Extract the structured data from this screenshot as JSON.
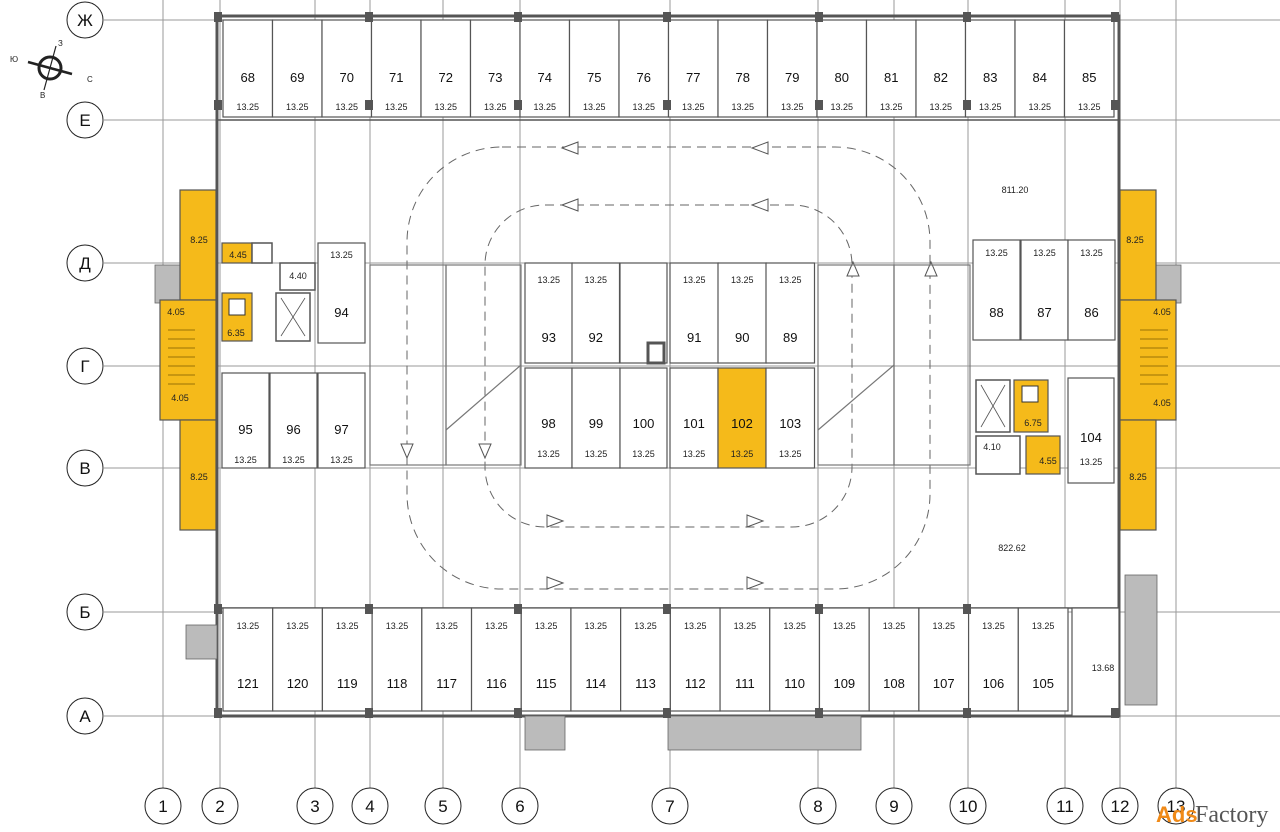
{
  "compass": {
    "n": "З",
    "w": "Ю",
    "e": "С",
    "s": "В"
  },
  "rows": [
    "Ж",
    "Е",
    "Д",
    "Г",
    "В",
    "Б",
    "А"
  ],
  "columns": [
    "1",
    "2",
    "3",
    "4",
    "5",
    "6",
    "7",
    "8",
    "9",
    "10",
    "11",
    "12",
    "13"
  ],
  "top_spaces": [
    {
      "num": "68",
      "area": "13.25"
    },
    {
      "num": "69",
      "area": "13.25"
    },
    {
      "num": "70",
      "area": "13.25"
    },
    {
      "num": "71",
      "area": "13.25"
    },
    {
      "num": "72",
      "area": "13.25"
    },
    {
      "num": "73",
      "area": "13.25"
    },
    {
      "num": "74",
      "area": "13.25"
    },
    {
      "num": "75",
      "area": "13.25"
    },
    {
      "num": "76",
      "area": "13.25"
    },
    {
      "num": "77",
      "area": "13.25"
    },
    {
      "num": "78",
      "area": "13.25"
    },
    {
      "num": "79",
      "area": "13.25"
    },
    {
      "num": "80",
      "area": "13.25"
    },
    {
      "num": "81",
      "area": "13.25"
    },
    {
      "num": "82",
      "area": "13.25"
    },
    {
      "num": "83",
      "area": "13.25"
    },
    {
      "num": "84",
      "area": "13.25"
    },
    {
      "num": "85",
      "area": "13.25"
    }
  ],
  "bottom_spaces": [
    {
      "num": "121",
      "area": "13.25"
    },
    {
      "num": "120",
      "area": "13.25"
    },
    {
      "num": "119",
      "area": "13.25"
    },
    {
      "num": "118",
      "area": "13.25"
    },
    {
      "num": "117",
      "area": "13.25"
    },
    {
      "num": "116",
      "area": "13.25"
    },
    {
      "num": "115",
      "area": "13.25"
    },
    {
      "num": "114",
      "area": "13.25"
    },
    {
      "num": "113",
      "area": "13.25"
    },
    {
      "num": "112",
      "area": "13.25"
    },
    {
      "num": "111",
      "area": "13.25"
    },
    {
      "num": "110",
      "area": "13.25"
    },
    {
      "num": "109",
      "area": "13.25"
    },
    {
      "num": "108",
      "area": "13.25"
    },
    {
      "num": "107",
      "area": "13.25"
    },
    {
      "num": "106",
      "area": "13.25"
    },
    {
      "num": "105",
      "area": "13.25"
    }
  ],
  "center_upper": [
    {
      "num": "93",
      "area": "13.25"
    },
    {
      "num": "92",
      "area": "13.25"
    },
    {
      "num": "91",
      "area": "13.25"
    },
    {
      "num": "90",
      "area": "13.25"
    },
    {
      "num": "89",
      "area": "13.25"
    }
  ],
  "center_lower": [
    {
      "num": "98",
      "area": "13.25"
    },
    {
      "num": "99",
      "area": "13.25"
    },
    {
      "num": "100",
      "area": "13.25"
    },
    {
      "num": "101",
      "area": "13.25"
    },
    {
      "num": "102",
      "area": "13.25",
      "highlight": true
    },
    {
      "num": "103",
      "area": "13.25"
    }
  ],
  "left_block": [
    {
      "num": "95",
      "area": "13.25"
    },
    {
      "num": "96",
      "area": "13.25"
    },
    {
      "num": "97",
      "area": "13.25"
    }
  ],
  "space_94": {
    "num": "94",
    "area": "13.25"
  },
  "right_block": [
    {
      "num": "88",
      "area": "13.25"
    },
    {
      "num": "87",
      "area": "13.25"
    },
    {
      "num": "86",
      "area": "13.25"
    }
  ],
  "space_104": {
    "num": "104",
    "area": "13.25"
  },
  "space_13_68": "13.68",
  "hall_areas": {
    "upper": "811.20",
    "lower": "822.62"
  },
  "left_core": {
    "a": "8.25",
    "b": "4.45",
    "c": "4.40",
    "d": "4.05",
    "e": "6.35",
    "f": "4.05",
    "g": "8.25"
  },
  "right_core": {
    "a": "8.25",
    "b": "4.05",
    "c": "6.75",
    "d": "4.10",
    "e": "4.55",
    "f": "4.05",
    "g": "8.25"
  },
  "watermark": {
    "logo": "Ads",
    "text": "Factory"
  },
  "colors": {
    "highlight": "#F5BA1A",
    "wall": "#555555",
    "grid": "#9a9a9a"
  }
}
